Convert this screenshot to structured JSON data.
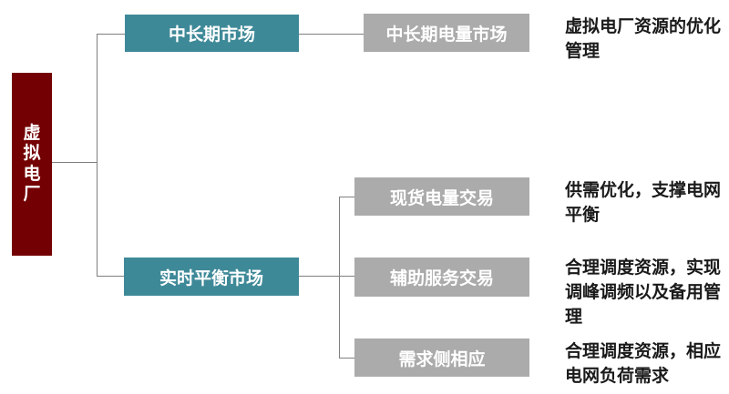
{
  "colors": {
    "root_bg": "#730104",
    "branch_bg": "#3E8998",
    "leaf_bg": "#ABABAB",
    "line": "#7F7F7F",
    "note_text": "#1A1A1A",
    "label_text": "#FFFFFF"
  },
  "root": {
    "label": "虚拟电厂"
  },
  "branches": [
    {
      "label": "中长期市场",
      "children": [
        {
          "label": "中长期电量市场",
          "note": "虚拟电厂资源的优化管理"
        }
      ]
    },
    {
      "label": "实时平衡市场",
      "children": [
        {
          "label": "现货电量交易",
          "note": "供需优化，支撑电网平衡"
        },
        {
          "label": "辅助服务交易",
          "note": "合理调度资源，实现调峰调频以及备用管理"
        },
        {
          "label": "需求侧相应",
          "note": "合理调度资源，相应电网负荷需求"
        }
      ]
    }
  ]
}
